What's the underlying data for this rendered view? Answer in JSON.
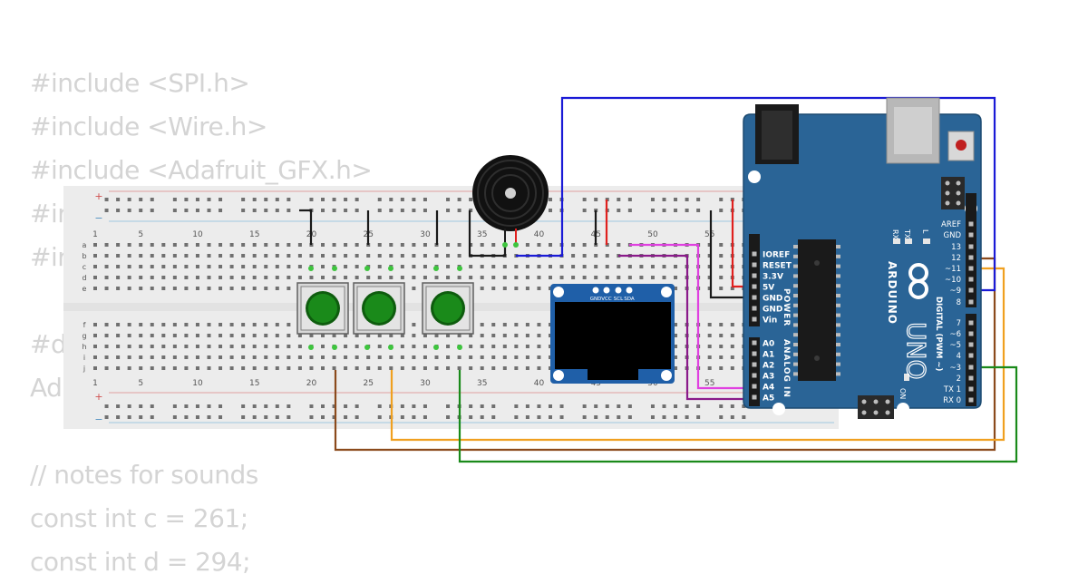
{
  "code_lines": [
    "#include <SPI.h>",
    "#include <Wire.h>",
    "#include <Adafruit_GFX.h>",
    "#ir",
    "#ir",
    "",
    "#d",
    "Ad",
    "",
    "// notes for sounds",
    "const int c = 261;",
    "const int d = 294;"
  ],
  "breadboard": {
    "plus_symbol": "+",
    "minus_symbol": "−",
    "row_letters_top": [
      "a",
      "b",
      "c",
      "d",
      "e"
    ],
    "row_letters_bottom": [
      "f",
      "g",
      "h",
      "i",
      "j"
    ],
    "column_numbers_top": [
      "1",
      "5",
      "10",
      "15",
      "20",
      "25",
      "30",
      "35",
      "40",
      "45",
      "50",
      "55"
    ],
    "column_numbers_bottom": [
      "1",
      "5",
      "10",
      "15",
      "20",
      "25",
      "30",
      "35",
      "40",
      "45",
      "50",
      "55"
    ]
  },
  "oled": {
    "pins": [
      "GND",
      "VCC",
      "SCL",
      "SDA"
    ]
  },
  "arduino": {
    "brand": "ARDUINO",
    "model": "UNO",
    "on_label": "ON",
    "tx_label": "TX",
    "rx_label": "RX",
    "l_label": "L",
    "power_header_title": "POWER",
    "analog_header_title": "ANALOG IN",
    "digital_header_title": "DIGITAL (PWM ~)",
    "power_pins": [
      "IOREF",
      "RESET",
      "3.3V",
      "5V",
      "GND",
      "GND",
      "Vin"
    ],
    "analog_pins": [
      "A0",
      "A1",
      "A2",
      "A3",
      "A4",
      "A5"
    ],
    "digital_pins_top": [
      "AREF",
      "GND",
      "13",
      "12",
      "~11",
      "~10",
      "~9",
      "8"
    ],
    "digital_pins_bottom": [
      "7",
      "~6",
      "~5",
      "4",
      "~3",
      "2",
      "TX 1",
      "RX 0"
    ]
  },
  "colors": {
    "wire_blue": "#1a1ad6",
    "wire_red": "#e0201e",
    "wire_black": "#1a1a1a",
    "wire_magenta": "#e040e0",
    "wire_purple": "#8a1a8a",
    "wire_brown": "#8b4a1c",
    "wire_orange": "#f0a020",
    "wire_green": "#1a8a1a",
    "board_blue": "#2a6496",
    "oled_blue": "#1f5fa8",
    "button_green": "#1a8a1a",
    "pin_green": "#3ec43e"
  }
}
